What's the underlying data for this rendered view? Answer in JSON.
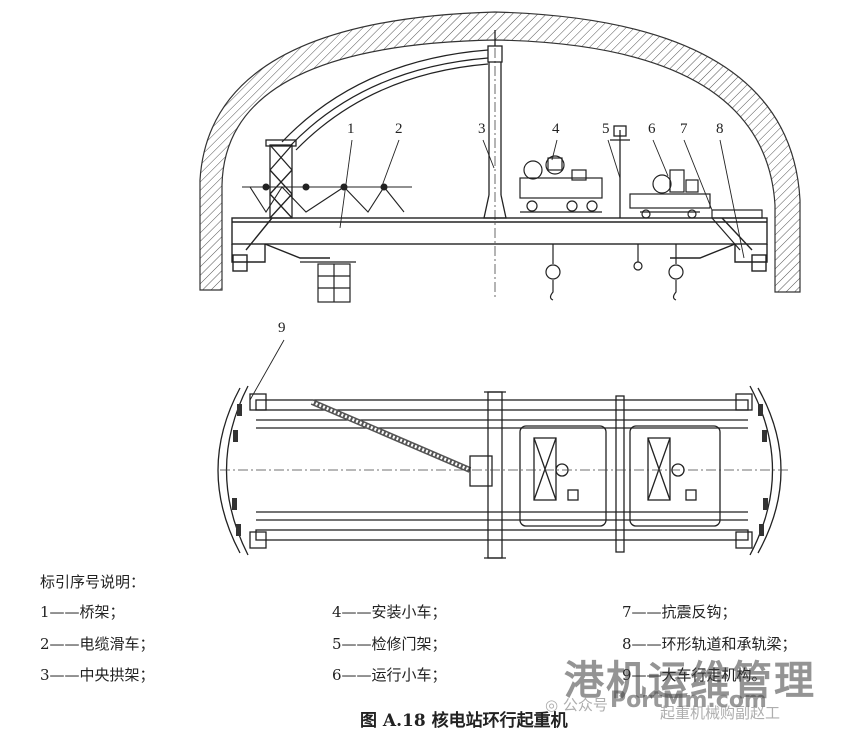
{
  "callouts": [
    "1",
    "2",
    "3",
    "4",
    "5",
    "6",
    "7",
    "8",
    "9"
  ],
  "legend": {
    "title": "标引序号说明：",
    "items": [
      {
        "no": "1",
        "text": "桥架；"
      },
      {
        "no": "2",
        "text": "电缆滑车；"
      },
      {
        "no": "3",
        "text": "中央拱架；"
      },
      {
        "no": "4",
        "text": "安装小车；"
      },
      {
        "no": "5",
        "text": "检修门架；"
      },
      {
        "no": "6",
        "text": "运行小车；"
      },
      {
        "no": "7",
        "text": "抗震反钩；"
      },
      {
        "no": "8",
        "text": "环形轨道和承轨梁；"
      },
      {
        "no": "9",
        "text": "大车行走机构。"
      }
    ],
    "dash": "——"
  },
  "caption": "图 A.18   核电站环行起重机",
  "watermark": {
    "brand": "港机运维管理",
    "account": "公众号",
    "url": "PortMm.com",
    "author": "起重机械购副赵工"
  }
}
